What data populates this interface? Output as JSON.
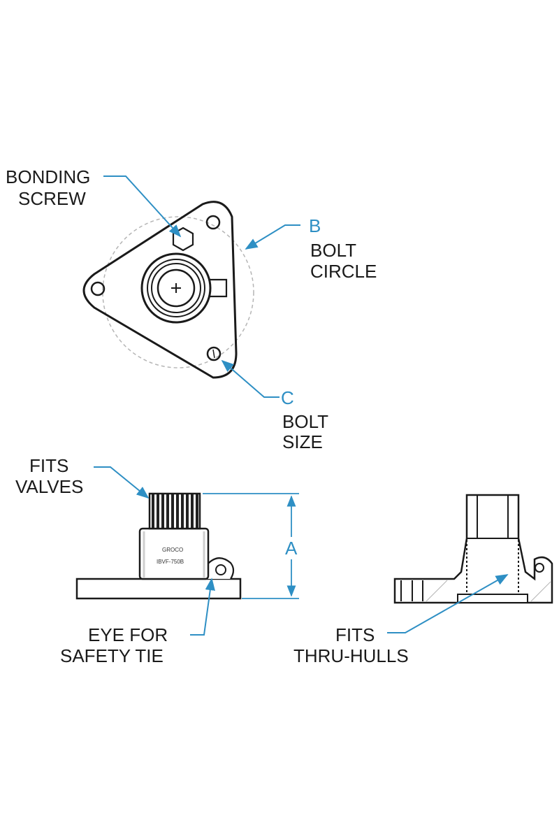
{
  "labels": {
    "bonding_screw_line1": "BONDING",
    "bonding_screw_line2": "SCREW",
    "b_letter": "B",
    "bolt_circle_line1": "BOLT",
    "bolt_circle_line2": "CIRCLE",
    "c_letter": "C",
    "bolt_size_line1": "BOLT",
    "bolt_size_line2": "SIZE",
    "fits_valves_line1": "FITS",
    "fits_valves_line2": "VALVES",
    "a_letter": "A",
    "eye_line1": "EYE FOR",
    "eye_line2": "SAFETY TIE",
    "thru_line1": "FITS",
    "thru_line2": "THRU-HULLS",
    "body_brand": "GROCO",
    "body_model": "IBVF-750B"
  },
  "colors": {
    "line": "#1a1a1a",
    "accent": "#2e8fc4",
    "hidden": "#9a9a9a"
  }
}
